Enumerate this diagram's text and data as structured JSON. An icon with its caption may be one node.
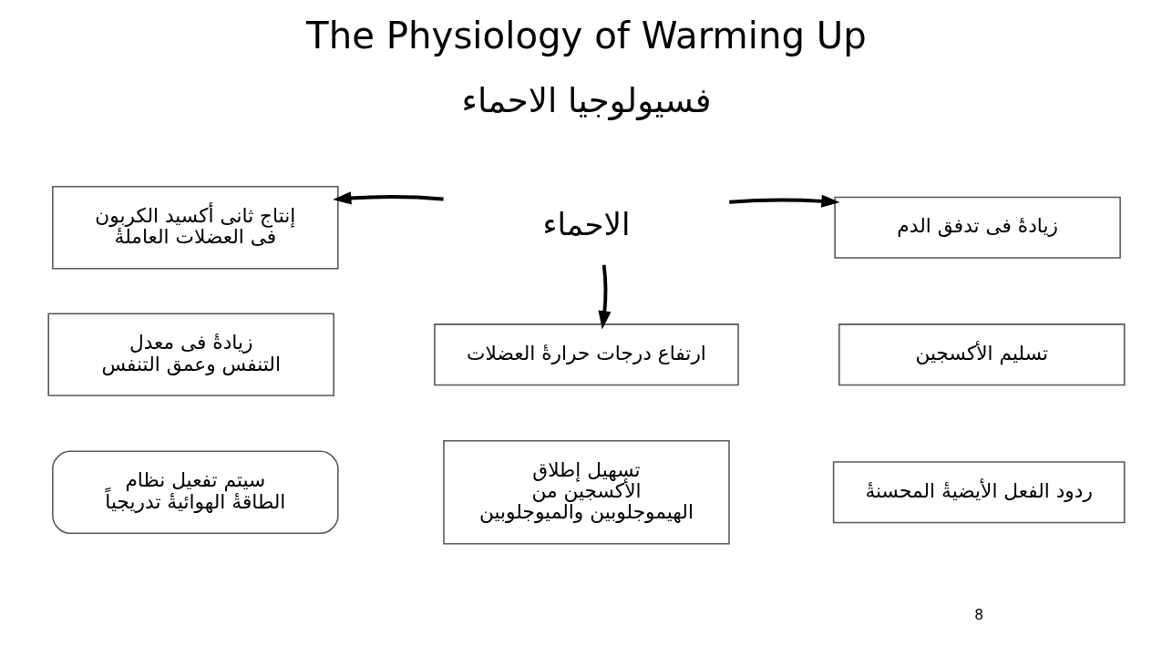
{
  "diagram": {
    "title": "The Physiology of Warming Up",
    "nodes": [
      {
        "text": [
          "الاحماء"
        ]
      },
      {
        "text": [
          "إنتاج ثانى أكسيد الكربون فى العضلات العاملةٔ"
        ]
      },
      {
        "text": [
          "زيادةٔ فى تدفق الدم"
        ]
      },
      {
        "text": [
          "ارتفاع درجات حرارةٔ العضلات"
        ]
      },
      {
        "text": [
          "تسليم الأكسجين"
        ]
      },
      {
        "text": [
          "زيادةٔ فى معدل التنفس وعمق التنفس"
        ]
      },
      {
        "text": [
          "ردود الفعل الأيضيةٔ المحسنةٔ"
        ]
      },
      {
        "text": [
          "تسهيل إطلاق الأكسجين من الهيموجلوبين والميوجلوبين"
        ]
      },
      {
        "text": [
          "سيتم تفعيل نظام الطاقةٔ الهوائيةٔ تدريجياً"
        ]
      }
    ],
    "edges": [
      {
        "from": 0,
        "to": 1,
        "arrow": "to"
      },
      {
        "from": 0,
        "to": 2,
        "arrow": "to"
      },
      {
        "from": 0,
        "to": 3,
        "arrow": "to"
      }
    ],
    "labels": [
      "فسيولوجيا الاحماء",
      "8"
    ]
  }
}
